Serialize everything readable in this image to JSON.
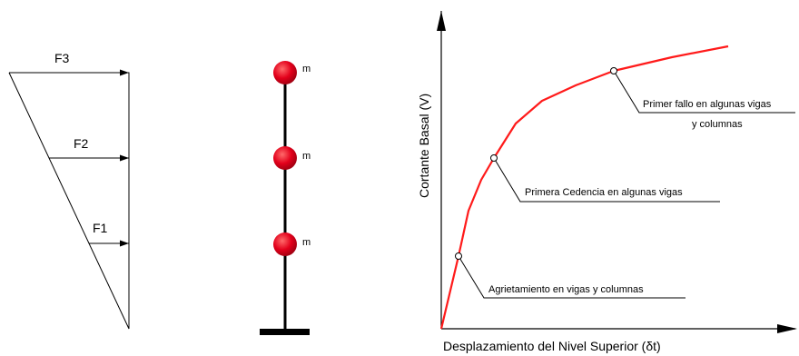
{
  "force_diagram": {
    "forces": [
      {
        "label": "F3"
      },
      {
        "label": "F2"
      },
      {
        "label": "F1"
      }
    ]
  },
  "mass_model": {
    "masses": [
      {
        "label": "m"
      },
      {
        "label": "m"
      },
      {
        "label": "m"
      }
    ],
    "mass_color": "#e3001b"
  },
  "pushover_curve": {
    "y_label": "Cortante Basal  (V)",
    "x_label": "Desplazamiento del Nivel Superior  (δt)",
    "curve_color": "#ff1a1a",
    "annotations": {
      "a1": "Agrietamiento en vigas y columnas",
      "a2": "Primera Cedencia en algunas vigas",
      "a3_line1": "Primer fallo en algunas vigas",
      "a3_line2": "y columnas"
    }
  }
}
